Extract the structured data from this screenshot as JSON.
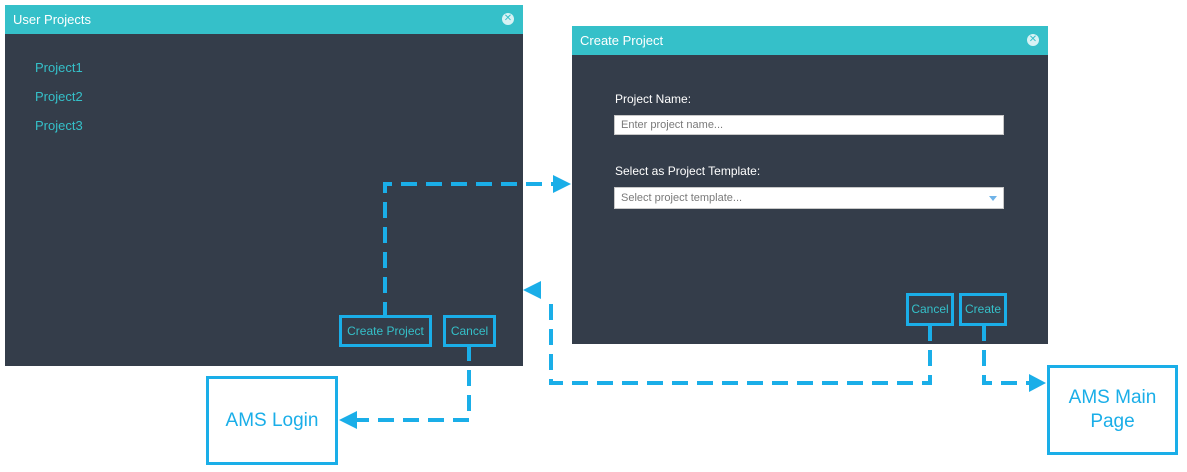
{
  "user_projects": {
    "title": "User Projects",
    "projects": [
      "Project1",
      "Project2",
      "Project3"
    ],
    "create_project_label": "Create Project",
    "cancel_label": "Cancel"
  },
  "create_project": {
    "title": "Create Project",
    "name_label": "Project Name:",
    "name_placeholder": "Enter project name...",
    "template_label": "Select as Project Template:",
    "template_placeholder": "Select project template...",
    "cancel_label": "Cancel",
    "create_label": "Create"
  },
  "targets": {
    "login": "AMS Login",
    "main_page": "AMS Main Page"
  },
  "colors": {
    "dialog_bg": "#343d4a",
    "header": "#35c0c9",
    "connector": "#1aaee8"
  }
}
